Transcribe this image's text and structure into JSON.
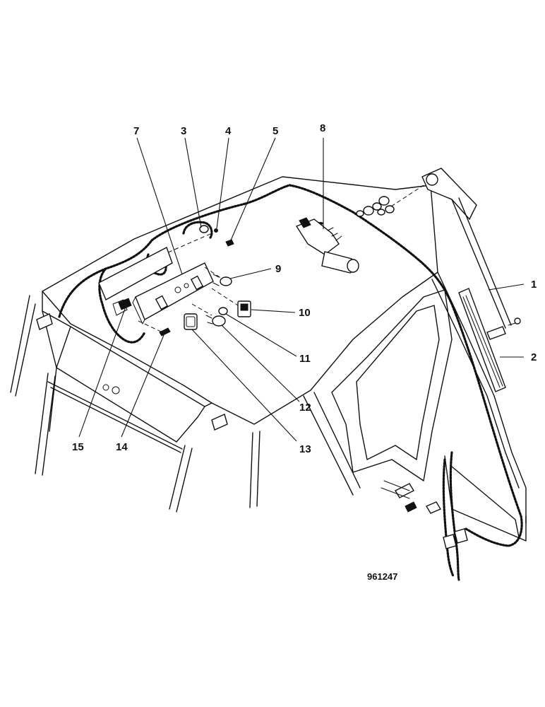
{
  "figure": {
    "number": "961247",
    "callouts": [
      {
        "id": "c1",
        "label": "1"
      },
      {
        "id": "c2",
        "label": "2"
      },
      {
        "id": "c3",
        "label": "3"
      },
      {
        "id": "c4",
        "label": "4"
      },
      {
        "id": "c5",
        "label": "5"
      },
      {
        "id": "c7",
        "label": "7"
      },
      {
        "id": "c8",
        "label": "8"
      },
      {
        "id": "c9",
        "label": "9"
      },
      {
        "id": "c10",
        "label": "10"
      },
      {
        "id": "c11",
        "label": "11"
      },
      {
        "id": "c12",
        "label": "12"
      },
      {
        "id": "c13",
        "label": "13"
      },
      {
        "id": "c14",
        "label": "14"
      },
      {
        "id": "c15",
        "label": "15"
      }
    ]
  }
}
